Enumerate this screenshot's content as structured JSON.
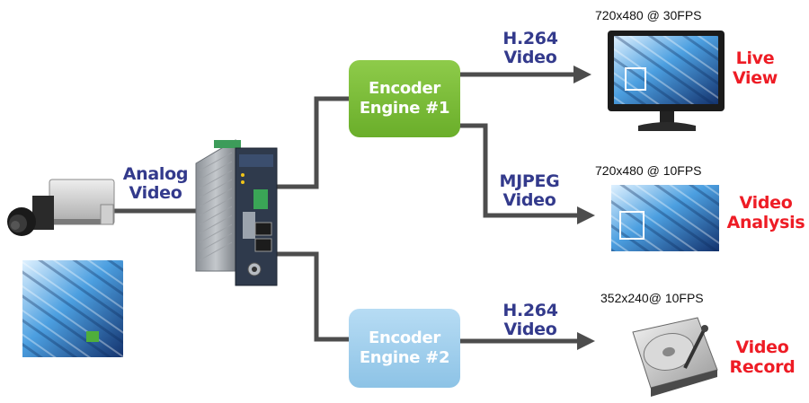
{
  "inputs": {
    "analog_label_1": "Analog",
    "analog_label_2": "Video"
  },
  "encoders": [
    {
      "line1": "Encoder",
      "line2": "Engine #1",
      "color": "#7cbd3a"
    },
    {
      "line1": "Encoder",
      "line2": "Engine #2",
      "color": "#9fd0ef"
    }
  ],
  "streams": [
    {
      "codec_1": "H.264",
      "codec_2": "Video",
      "resolution": "720x480 @ 30FPS",
      "output_1": "Live",
      "output_2": "View",
      "device": "monitor-icon"
    },
    {
      "codec_1": "MJPEG",
      "codec_2": "Video",
      "resolution": "720x480 @ 10FPS",
      "output_1": "Video",
      "output_2": "Analysis",
      "device": "image-frame-icon"
    },
    {
      "codec_1": "H.264",
      "codec_2": "Video",
      "resolution": "352x240@ 10FPS",
      "output_1": "Video",
      "output_2": "Record",
      "device": "hard-drive-icon"
    }
  ],
  "colors": {
    "label_blue": "#333a8c",
    "output_red": "#ee1c25",
    "connector_gray": "#4d4d4d"
  }
}
